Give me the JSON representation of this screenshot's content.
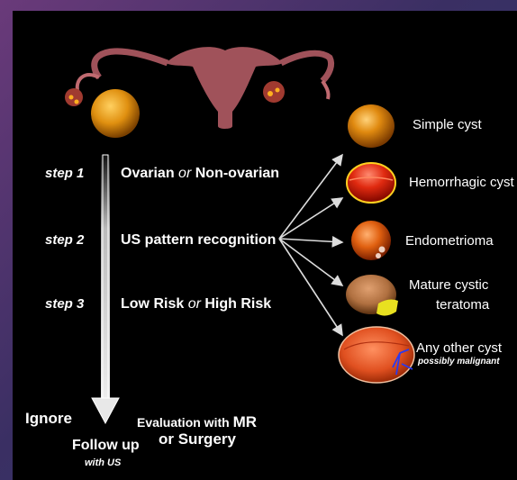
{
  "steps": [
    {
      "step_label": "step 1",
      "text_a": "Ovarian",
      "conj": "or",
      "text_b": "Non-ovarian"
    },
    {
      "step_label": "step 2",
      "text_a": "US pattern recognition",
      "conj": "",
      "text_b": ""
    },
    {
      "step_label": "step 3",
      "text_a": "Low Risk",
      "conj": "or",
      "text_b": "High Risk"
    }
  ],
  "cysts": [
    {
      "label": "Simple cyst"
    },
    {
      "label": "Hemorrhagic cyst"
    },
    {
      "label": "Endometrioma"
    },
    {
      "label": "Mature cystic",
      "label2": "teratoma"
    },
    {
      "label": "Any other cyst",
      "sub": "possibly malignant"
    }
  ],
  "outcomes": {
    "ignore": "Ignore",
    "follow_up": "Follow up",
    "follow_up_sub": "with US",
    "evaluation_prefix": "Evaluation with",
    "evaluation_mr": "MR",
    "evaluation_surgery": "or Surgery"
  },
  "colors": {
    "background": "#000000",
    "frame": "#4a3370",
    "uterus": "#a0525a",
    "simple_cyst": "#e08a10",
    "hemorrhagic_cyst": "#e02a10",
    "endometrioma": "#e06010",
    "teratoma": "#b07040",
    "teratoma_fat": "#e8e020",
    "malignant_cyst": "#e05020",
    "vessels": "#2a3aee"
  }
}
